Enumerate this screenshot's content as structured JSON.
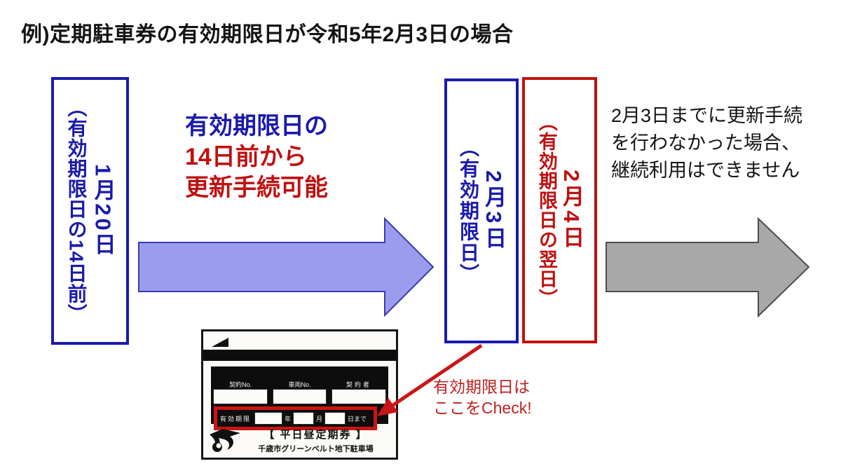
{
  "title": "例)定期駐車券の有効期限日が令和5年2月3日の場合",
  "colors": {
    "blue": "#1a1aad",
    "red": "#c01010",
    "arrow_blue_fill": "#9c9cee",
    "arrow_blue_stroke": "#3b3bb0",
    "arrow_gray_fill": "#a8a8a8",
    "arrow_gray_stroke": "#4d4d4d",
    "text_black": "#141414"
  },
  "timeline": {
    "start_box": {
      "label": "（有効期限日の14日前）",
      "date": "1月20日"
    },
    "renewal_note": {
      "line1": "有効期限日の",
      "line2": "14日前から",
      "line3": "更新手続可能"
    },
    "expiry_box": {
      "label": "（有効期限日）",
      "date": "2月3日"
    },
    "day_after_box": {
      "label": "（有効期限日の翌日）",
      "date": "2月4日"
    },
    "after_note": "2月3日までに更新手続を行わなかった場合、継続利用はできません"
  },
  "ticket": {
    "field_labels": [
      "契約No.",
      "車両No.",
      "契約者"
    ],
    "expiry_row": {
      "label": "有効期限",
      "unit_year": "年",
      "unit_month": "月",
      "unit_day": "日まで"
    },
    "ticket_type": "【 平日昼定期券 】",
    "facility_name": "千歳市グリーンベルト地下駐車場"
  },
  "check_note": {
    "line1": "有効期限日は",
    "line2": "ここをCheck!"
  }
}
